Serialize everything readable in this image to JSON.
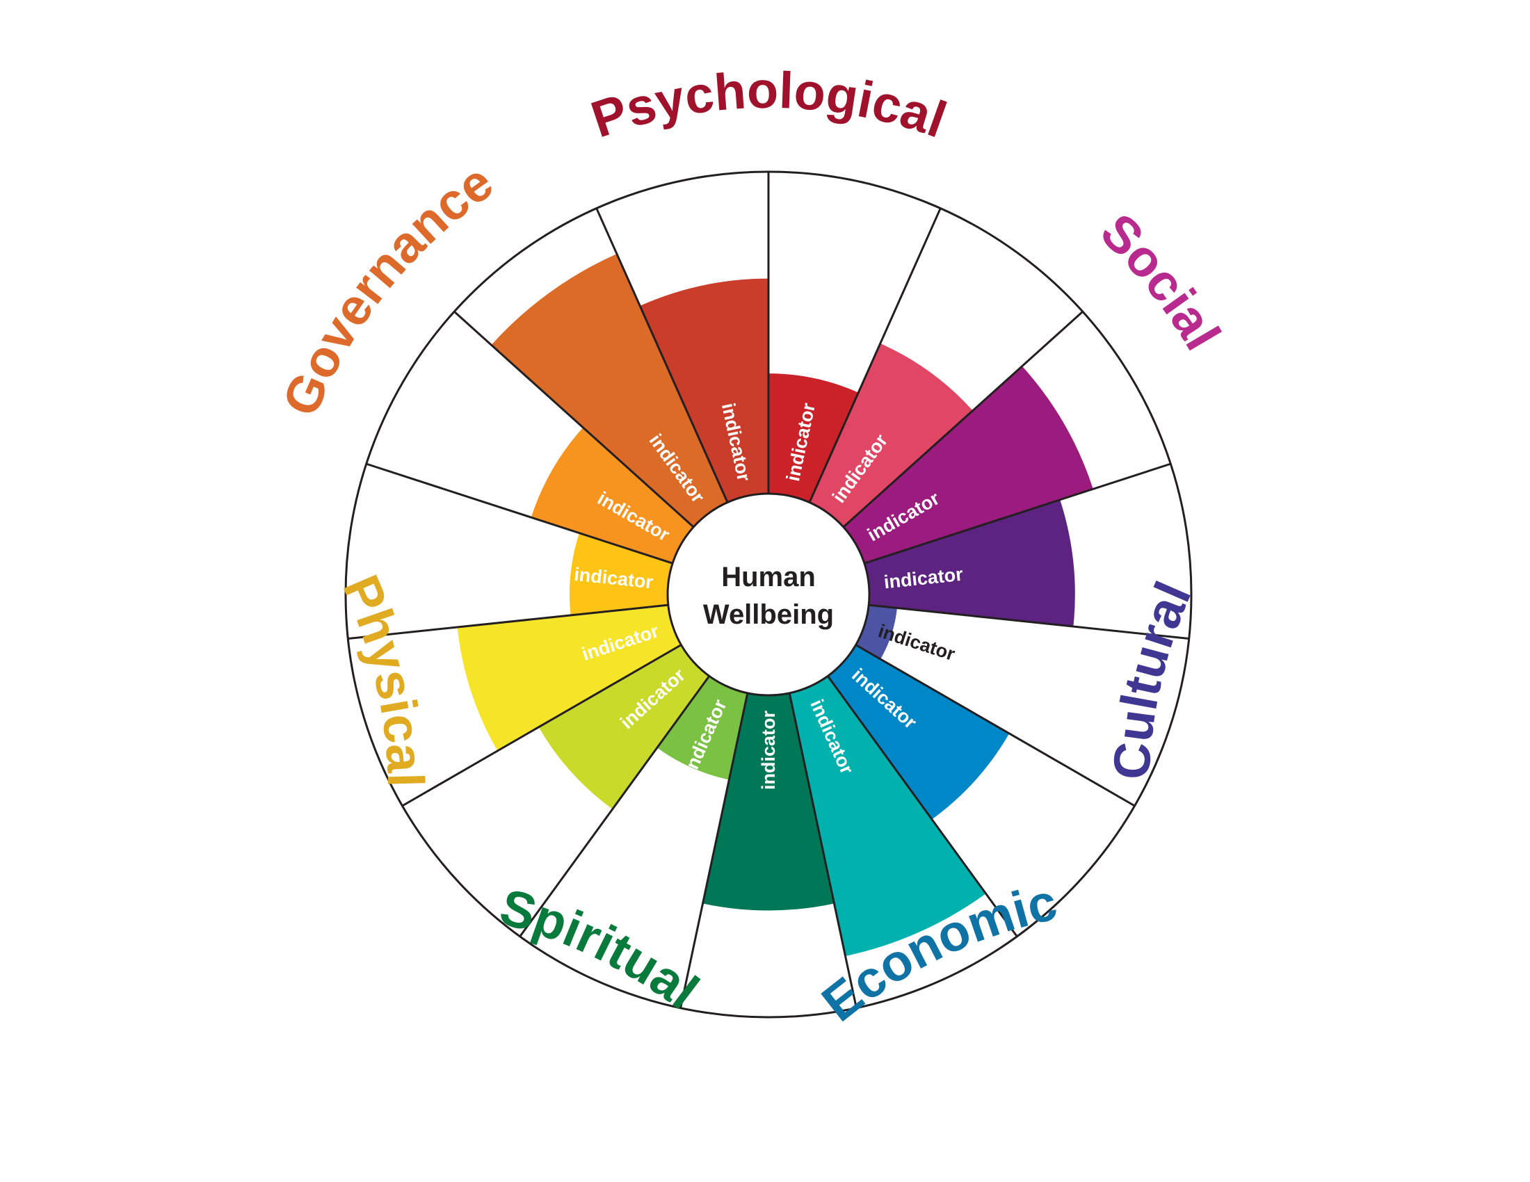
{
  "center": {
    "line1": "Human",
    "line2": "Wellbeing"
  },
  "categories": [
    {
      "name": "Psychological",
      "color": "#a0122c"
    },
    {
      "name": "Social",
      "color": "#b92a8f"
    },
    {
      "name": "Cultural",
      "color": "#3f3792"
    },
    {
      "name": "Economic",
      "color": "#0f73a6"
    },
    {
      "name": "Spiritual",
      "color": "#087a3b"
    },
    {
      "name": "Physical",
      "color": "#e0aa21"
    },
    {
      "name": "Governance",
      "color": "#dd6a2a"
    }
  ],
  "segments": [
    {
      "label": "indicator",
      "color": "#cb2128",
      "text_color": "#ffffff",
      "level": 0.38
    },
    {
      "label": "indicator",
      "color": "#e14765",
      "text_color": "#ffffff",
      "level": 0.55
    },
    {
      "label": "indicator",
      "color": "#9b1c7e",
      "text_color": "#ffffff",
      "level": 0.76
    },
    {
      "label": "indicator",
      "color": "#5c2380",
      "text_color": "#ffffff",
      "level": 0.65
    },
    {
      "label": "indicator",
      "color": "#4b55a3",
      "text_color": "#231f20",
      "level": 0.09
    },
    {
      "label": "indicator",
      "color": "#0087c7",
      "text_color": "#ffffff",
      "level": 0.56
    },
    {
      "label": "indicator",
      "color": "#00b1ad",
      "text_color": "#ffffff",
      "level": 0.85
    },
    {
      "label": "indicator",
      "color": "#007756",
      "text_color": "#ffffff",
      "level": 0.68
    },
    {
      "label": "indicator",
      "color": "#7bc143",
      "text_color": "#ffffff",
      "level": 0.28
    },
    {
      "label": "indicator",
      "color": "#c9da2b",
      "text_color": "#ffffff",
      "level": 0.52
    },
    {
      "label": "indicator",
      "color": "#f6e428",
      "text_color": "#ffffff",
      "level": 0.67
    },
    {
      "label": "indicator",
      "color": "#fdc315",
      "text_color": "#ffffff",
      "level": 0.31
    },
    {
      "label": "indicator",
      "color": "#f7941f",
      "text_color": "#ffffff",
      "level": 0.47
    },
    {
      "label": "indicator",
      "color": "#dd6b28",
      "text_color": "#ffffff",
      "level": 0.86
    },
    {
      "label": "indicator",
      "color": "#c93d2a",
      "text_color": "#ffffff",
      "level": 0.68
    }
  ]
}
